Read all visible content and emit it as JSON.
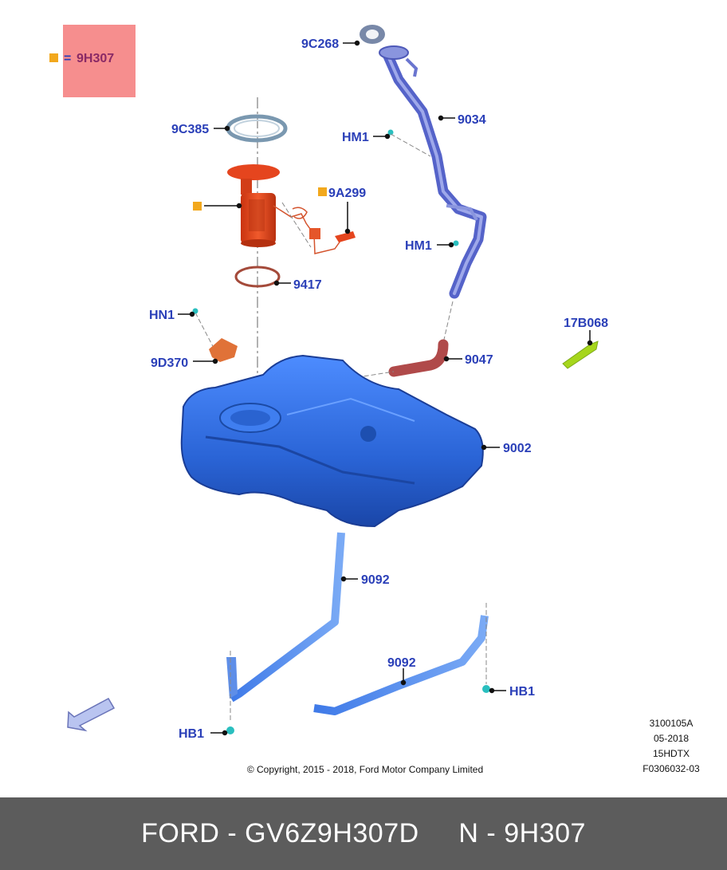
{
  "legend": {
    "marker_color": "#f2a81d",
    "equals": "=",
    "code": "9H307",
    "highlight_color": "#f68e8e"
  },
  "labels": {
    "l9c268": "9C268",
    "l9034": "9034",
    "lhm1a": "HM1",
    "lhm1b": "HM1",
    "l9c385": "9C385",
    "l9a299": "9A299",
    "l9417": "9417",
    "lhn1": "HN1",
    "l9d370": "9D370",
    "l9047": "9047",
    "l17b068": "17B068",
    "l9002": "9002",
    "l9092a": "9092",
    "l9092b": "9092",
    "lhb1a": "HB1",
    "lhb1b": "HB1"
  },
  "meta": {
    "line1": "3100105A",
    "line2": "05-2018",
    "line3": "15HDTX",
    "line4": "F0306032-03",
    "copyright": "© Copyright, 2015 - 2018, Ford Motor Company Limited"
  },
  "footer": {
    "brand": "FORD - GV6Z9H307D",
    "part": "N - 9H307"
  },
  "colors": {
    "label_blue": "#2a3fb8",
    "tank_blue": "#2f6ee0",
    "pump_red": "#e5451e",
    "footer_bg": "#5c5c5c"
  }
}
